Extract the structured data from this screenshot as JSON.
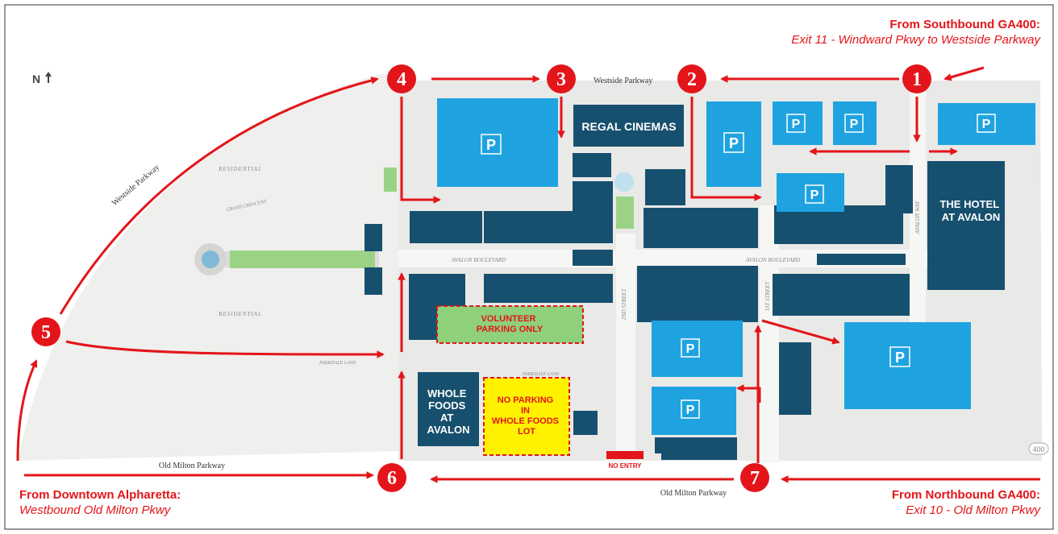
{
  "map": {
    "north_label": "N",
    "corner_notes": {
      "top_right": {
        "heading": "From Southbound GA400:",
        "detail": "Exit 11 - Windward Pkwy to Westside Parkway"
      },
      "bottom_left": {
        "heading": "From Downtown Alpharetta:",
        "detail": "Westbound Old Milton Pkwy"
      },
      "bottom_right": {
        "heading": "From Northbound GA400:",
        "detail": "Exit 10 - Old Milton Pkwy"
      }
    },
    "roads": {
      "westside_top": "Westside Parkway",
      "westside_curve": "Westside Parkway",
      "old_milton_left": "Old Milton  Parkway",
      "old_milton_right": "Old Milton  Parkway",
      "avalon_blvd_west": "AVALON BOULEVARD",
      "avalon_blvd_east": "AVALON BOULEVARD",
      "parkdale_lane": "PARKDALE LANE",
      "parkdale_lane_2": "PARKDALE LANE",
      "second_street": "2ND STREET",
      "first_street": "1ST STREET",
      "avalon_way": "AVALON WAY",
      "grand_crescent": "GRAND CRESCENT",
      "highway_shield": "400"
    },
    "areas": {
      "residential_north": "RESIDENTIAL",
      "residential_south": "RESIDENTIAL"
    },
    "landmarks": {
      "regal": "REGAL CINEMAS",
      "hotel_line1": "THE HOTEL",
      "hotel_line2": "AT AVALON",
      "whole_foods": [
        "WHOLE",
        "FOODS",
        "AT",
        "AVALON"
      ],
      "volunteer": [
        "VOLUNTEER",
        "PARKING ONLY"
      ],
      "no_parking": [
        "NO PARKING",
        "IN",
        "WHOLE FOODS",
        "LOT"
      ],
      "no_entry": "NO ENTRY",
      "parking_symbol": "P"
    },
    "markers": [
      "1",
      "2",
      "3",
      "4",
      "5",
      "6",
      "7"
    ],
    "colors": {
      "route_red": "#e3151a",
      "parking_blue": "#1fa3e0",
      "building_navy": "#17506e",
      "volunteer_green": "#8fd07a",
      "no_parking_yellow": "#fff200",
      "street_gray": "#e3e3e1"
    }
  }
}
